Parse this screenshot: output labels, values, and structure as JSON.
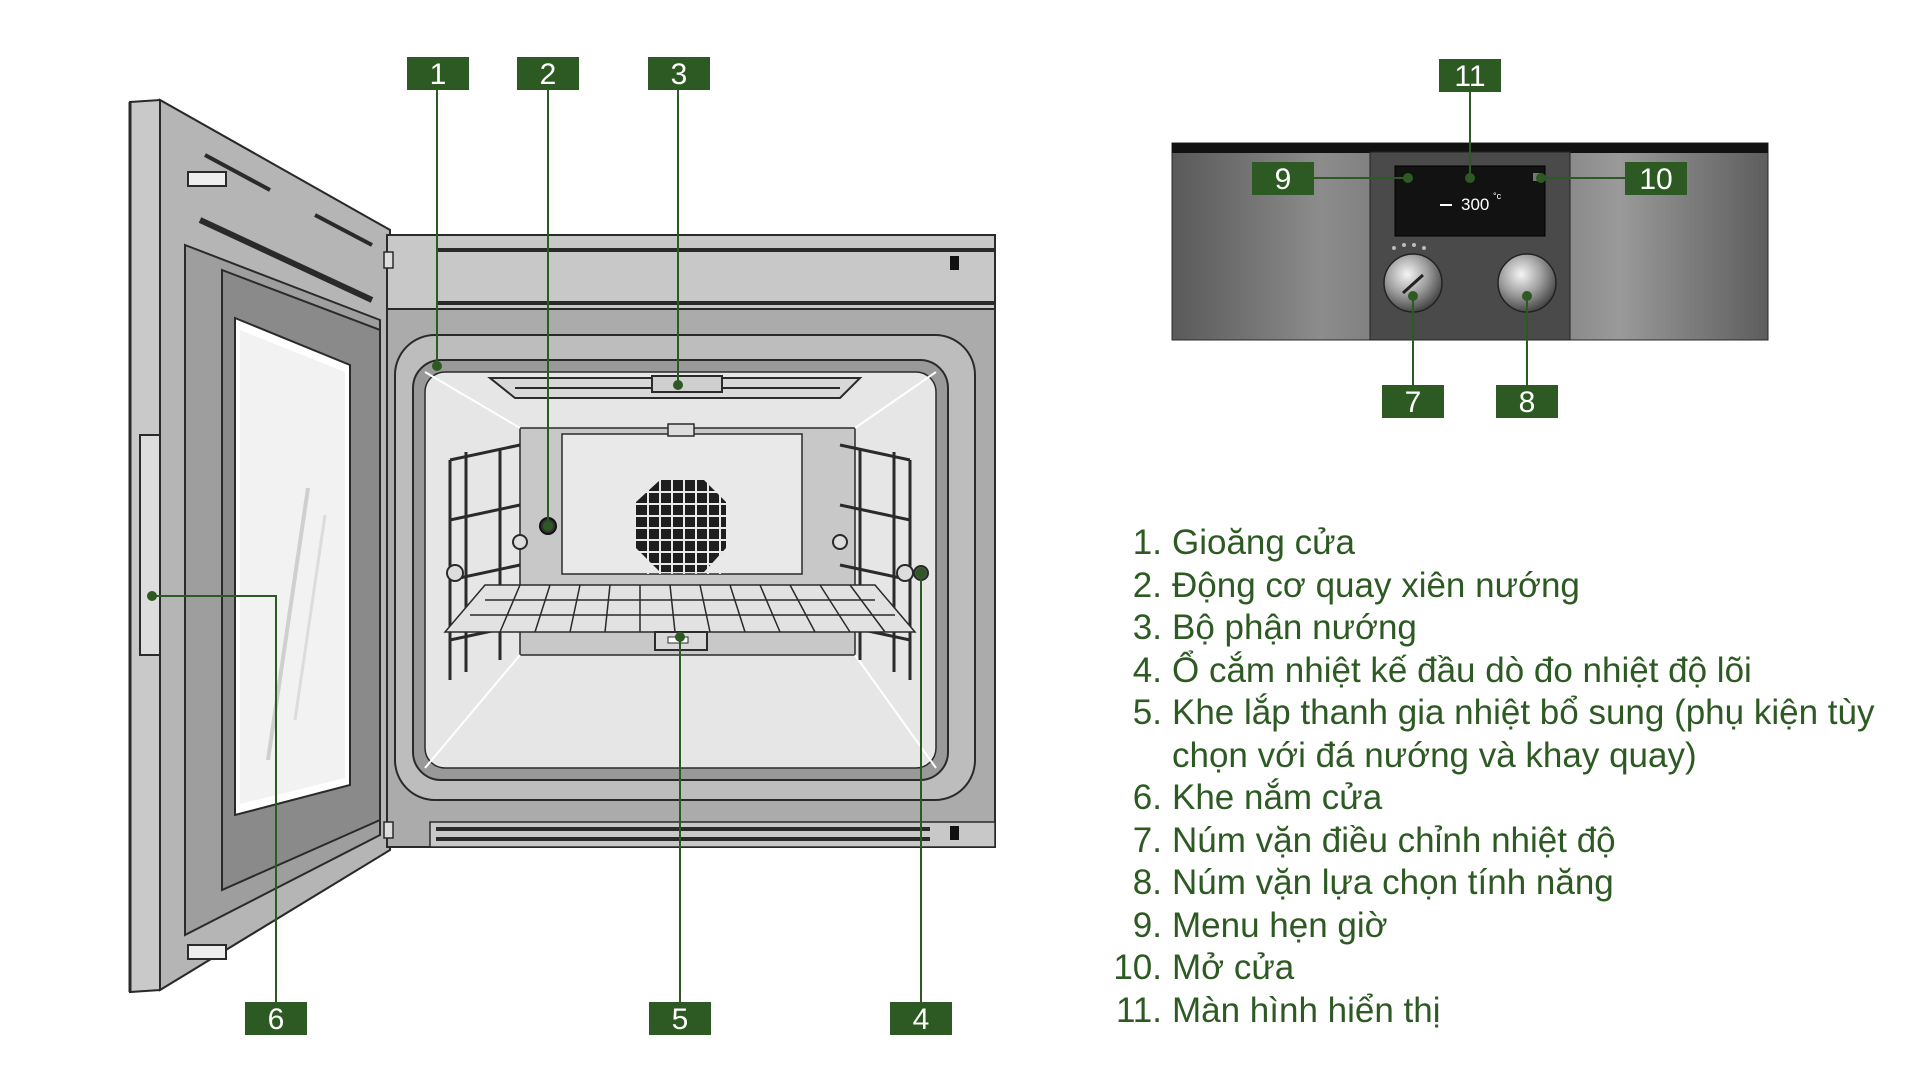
{
  "display": {
    "temperature": "300",
    "unit": "°c"
  },
  "callouts": [
    "1",
    "2",
    "3",
    "4",
    "5",
    "6",
    "7",
    "8",
    "9",
    "10",
    "11"
  ],
  "legend": [
    {
      "num": "1.",
      "text": "Gioăng cửa"
    },
    {
      "num": "2.",
      "text": "Động cơ quay xiên nướng"
    },
    {
      "num": "3.",
      "text": "Bộ phận nướng"
    },
    {
      "num": "4.",
      "text": "Ổ cắm nhiệt kế đầu dò đo nhiệt độ lõi"
    },
    {
      "num": "5.",
      "text": "Khe lắp thanh gia nhiệt bổ sung (phụ kiện tùy chọn với đá nướng và khay quay)"
    },
    {
      "num": "6.",
      "text": "Khe nắm cửa"
    },
    {
      "num": "7.",
      "text": "Núm vặn điều chỉnh nhiệt độ"
    },
    {
      "num": "8.",
      "text": "Núm vặn lựa chọn tính năng"
    },
    {
      "num": "9.",
      "text": "Menu hẹn giờ"
    },
    {
      "num": "10.",
      "text": "Mở cửa"
    },
    {
      "num": "11.",
      "text": "Màn hình hiển thị"
    }
  ],
  "colors": {
    "callout_bg": "#2d5a22",
    "legend_text": "#2d5a22",
    "leader": "#2d5a22"
  }
}
